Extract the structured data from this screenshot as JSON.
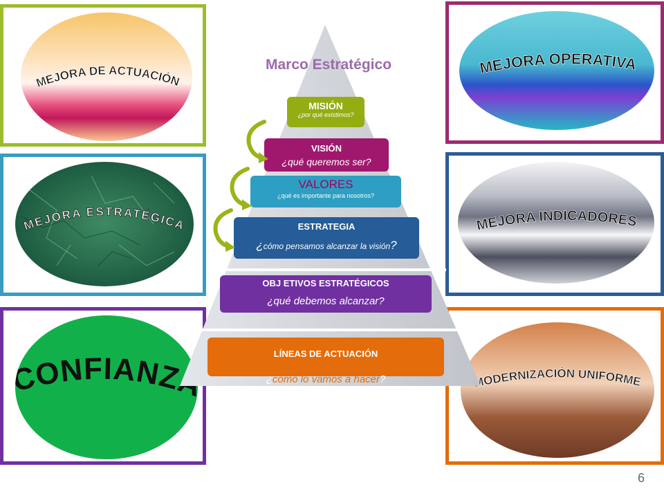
{
  "title": "Marco Estratégico",
  "page_number": "6",
  "colors": {
    "frame_top_left": "#9cbc2d",
    "frame_mid_left": "#3a9bc0",
    "frame_bottom_left": "#7030a0",
    "frame_top_right": "#9c2b6e",
    "frame_mid_right": "#2a5d95",
    "frame_bottom_right": "#e46c0a",
    "mision": "#94ad13",
    "vision": "#a0186e",
    "valores": "#2e9ec2",
    "estrategia": "#265c97",
    "objetivos": "#7030a0",
    "lineas": "#e46c0a",
    "arrow": "#9cb31a"
  },
  "ovals": {
    "top_left": {
      "label": "MEJORA DE ACTUACIÓN",
      "icon": "gradient-oval"
    },
    "mid_left": {
      "label": "MEJORA ESTRATÉGICA",
      "icon": "green-marble-oval"
    },
    "bottom_left": {
      "label": "CONFIANZA",
      "icon": "green-oval"
    },
    "top_right": {
      "label": "MEJORA OPERATIVA",
      "icon": "blue-gradient-oval"
    },
    "mid_right": {
      "label": "MEJORA INDICADORES",
      "icon": "metallic-oval"
    },
    "bottom_right": {
      "label": "MODERNIZACIÓN UNIFORME",
      "icon": "brown-gradient-oval"
    }
  },
  "pyramid": {
    "mision": {
      "title": "MISIÓN",
      "subtitle": "¿por qué existimos?"
    },
    "vision": {
      "title": "VISIÓN",
      "subtitle": "¿qué queremos ser?"
    },
    "valores": {
      "title": "VALORES",
      "subtitle": "¿qué es importante para nosotros?"
    },
    "estrategia": {
      "title": "ESTRATEGIA",
      "subtitle_prefix": "¿",
      "subtitle": "cómo pensamos alcanzar la visión",
      "subtitle_suffix": "?"
    },
    "objetivos": {
      "title": "OBJ ETIVOS ESTRATÉGICOS",
      "subtitle": "¿qué debemos alcanzar?"
    },
    "lineas": {
      "title": "LÍNEAS DE ACTUACIÓN",
      "subtitle_prefix": "¿",
      "subtitle": "cómo lo vamos a hacer",
      "subtitle_suffix": "?"
    }
  }
}
